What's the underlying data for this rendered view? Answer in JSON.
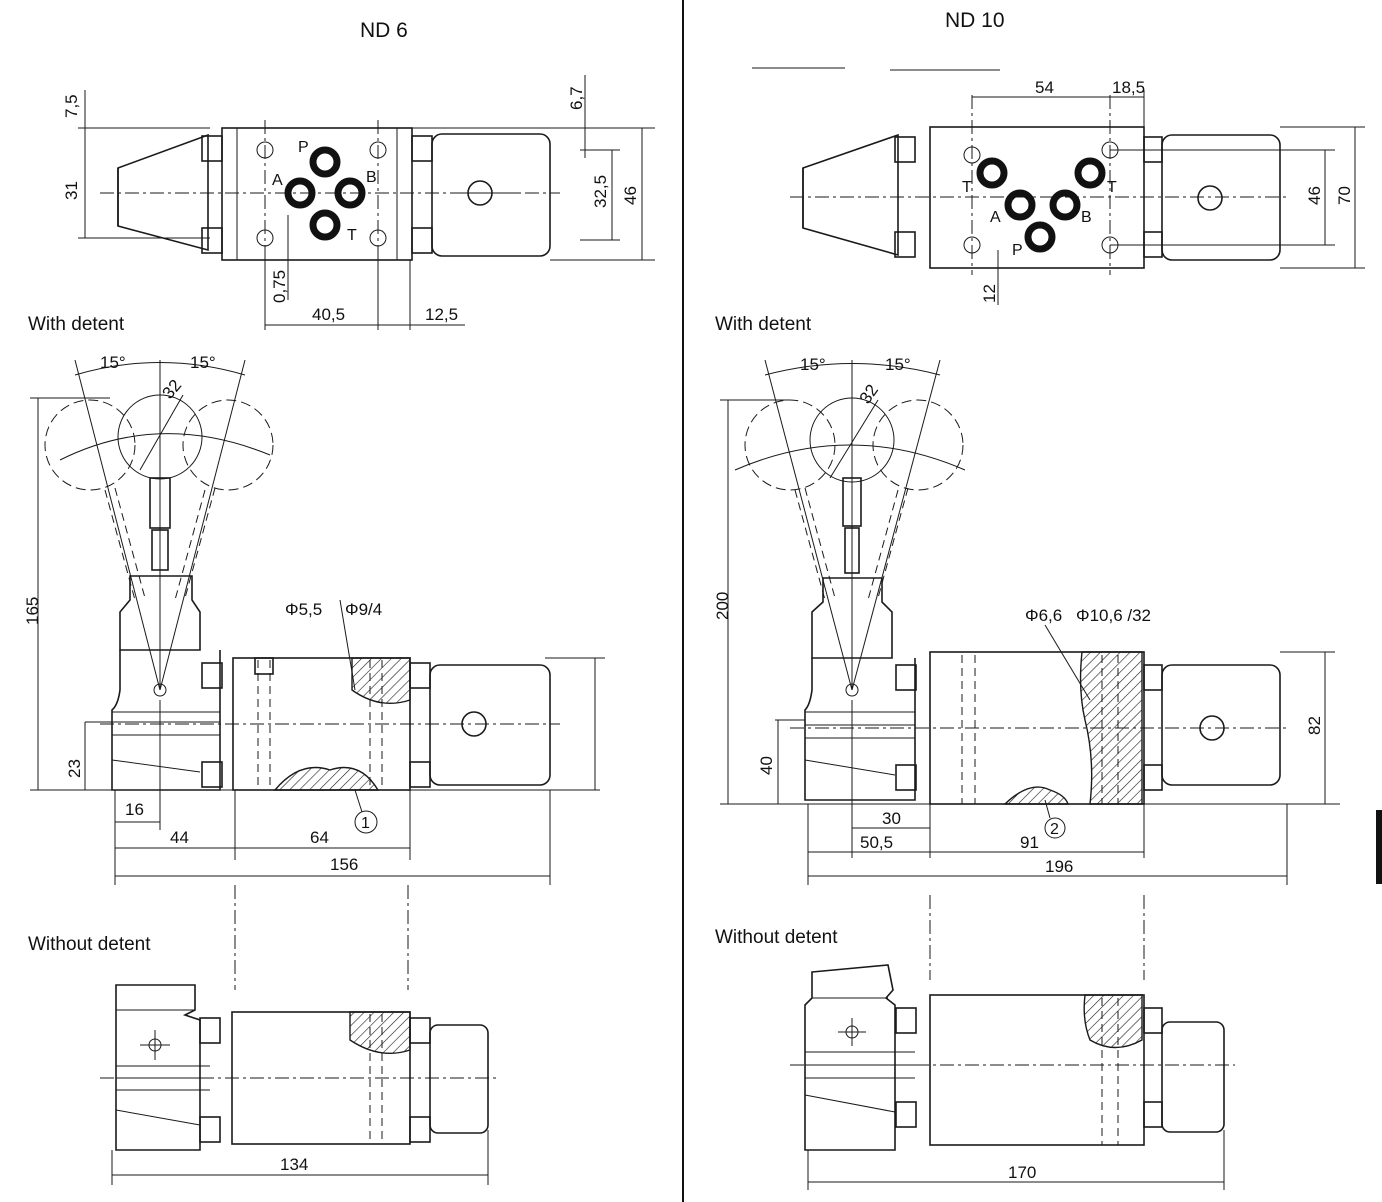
{
  "left": {
    "title": "ND 6",
    "with_detent": "With detent",
    "without_detent": "Without detent",
    "ports": {
      "p": "P",
      "a": "A",
      "b": "B",
      "t": "T"
    },
    "dims": {
      "d7_5": "7,5",
      "d31": "31",
      "d6_7": "6,7",
      "d32_5": "32,5",
      "d46": "46",
      "d0_75": "0,75",
      "d40_5": "40,5",
      "d12_5": "12,5",
      "a15l": "15°",
      "a15r": "15°",
      "d32": "32",
      "d165": "165",
      "phi55": "Φ5,5",
      "phi94": "Φ9/4",
      "d23": "23",
      "d16": "16",
      "d44": "44",
      "d64": "64",
      "d156": "156",
      "c1": "1",
      "d134": "134"
    }
  },
  "right": {
    "title": "ND 10",
    "with_detent": "With detent",
    "without_detent": "Without detent",
    "ports": {
      "t1": "T",
      "t2": "T",
      "a": "A",
      "b": "B",
      "p": "P"
    },
    "dims": {
      "d54": "54",
      "d18_5": "18,5",
      "d46": "46",
      "d70": "70",
      "d12": "12",
      "a15l": "15°",
      "a15r": "15°",
      "d32": "32",
      "d200": "200",
      "phi66": "Φ6,6",
      "phi106": "Φ10,6 /32",
      "d40": "40",
      "d30": "30",
      "d50_5": "50,5",
      "d91": "91",
      "d196": "196",
      "c2": "2",
      "d82": "82",
      "d170": "170"
    }
  }
}
